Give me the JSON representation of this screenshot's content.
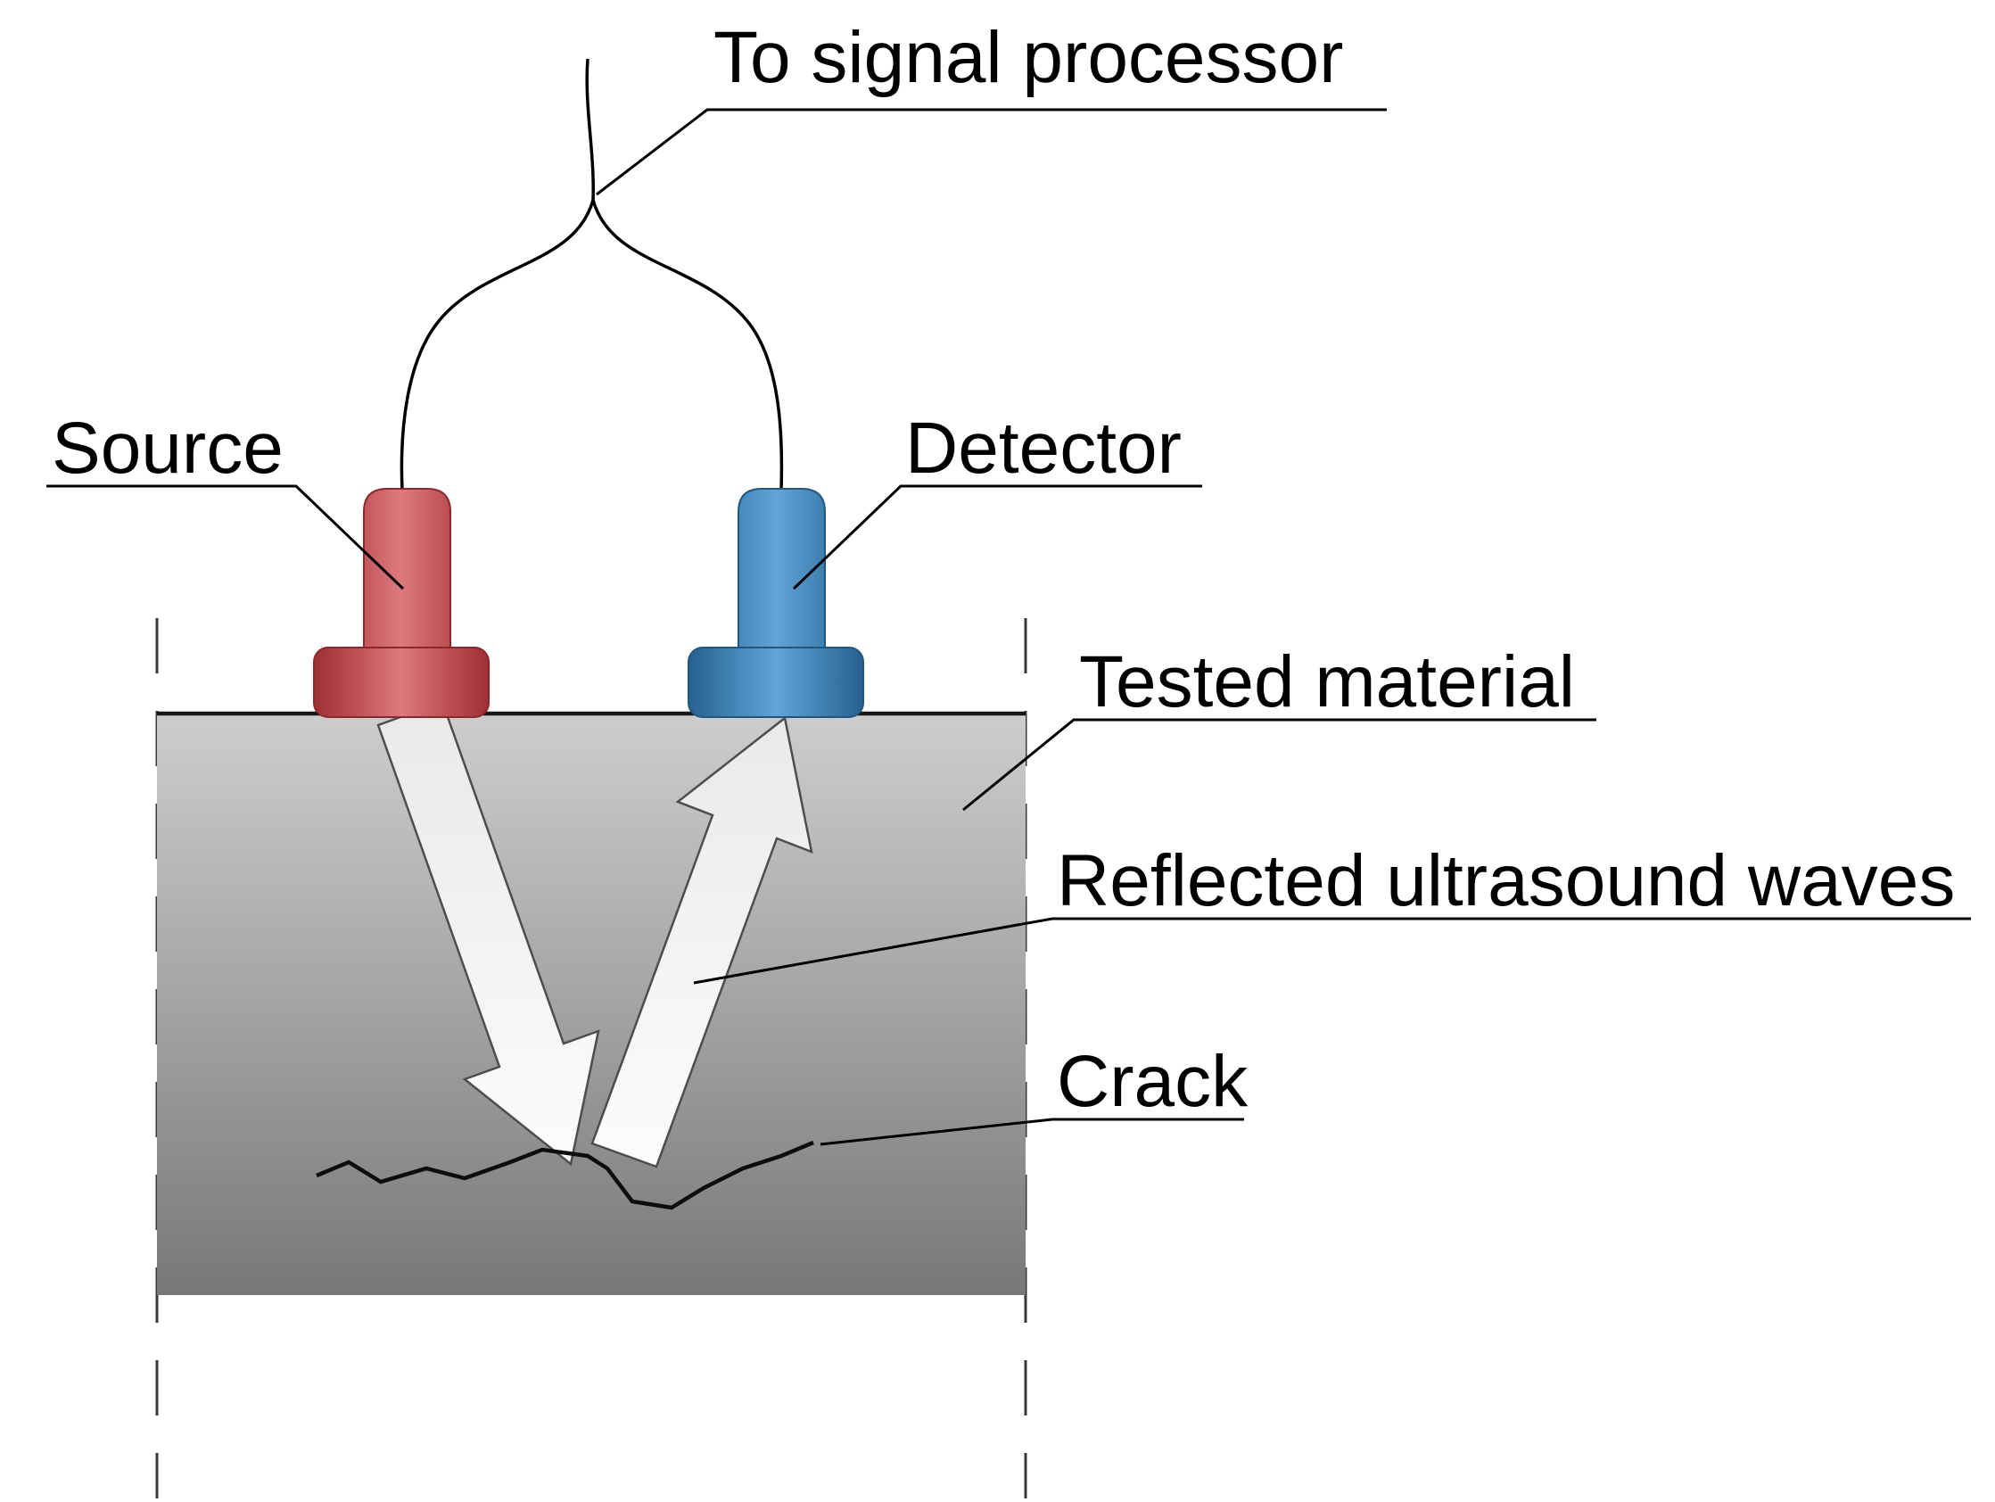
{
  "diagram": {
    "type": "ultrasonic-flaw-detection-schematic",
    "labels": {
      "signal_processor": "To signal processor",
      "source": "Source",
      "detector": "Detector",
      "tested_material": "Tested material",
      "reflected_waves": "Reflected ultrasound waves",
      "crack": "Crack"
    },
    "colors": {
      "source_transducer": "#b8434a",
      "detector_transducer": "#4285bb",
      "material_gradient_top": "#c9c9c9",
      "material_gradient_bottom": "#7a7a7a",
      "wave_arrow_fill": "#f5f5f5",
      "line": "#000000",
      "background": "#ffffff"
    }
  }
}
